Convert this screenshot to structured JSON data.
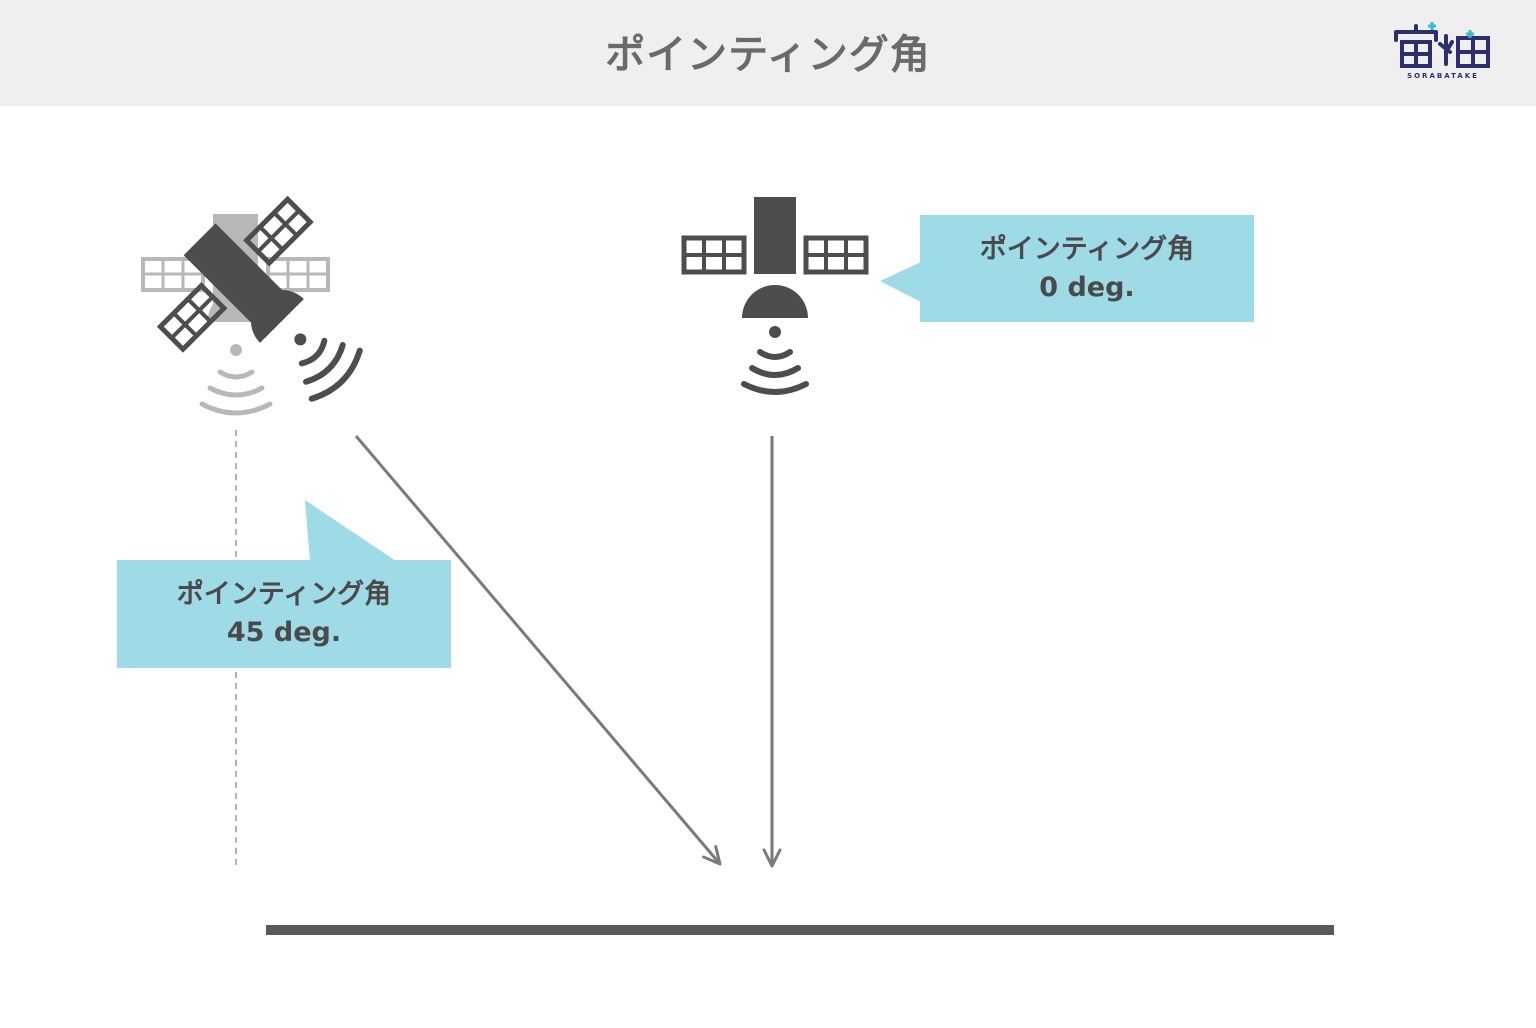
{
  "header": {
    "title": "ポインティング角",
    "logo_text": "SORABATAKE",
    "logo_kanji": "宙畑"
  },
  "callouts": {
    "zero": {
      "title": "ポインティング角",
      "value": "0 deg."
    },
    "fortyfive": {
      "title": "ポインティング角",
      "value": "45 deg."
    }
  },
  "icons": {
    "satellite_nadir": "satellite-icon",
    "satellite_tilted": "satellite-icon",
    "signal": "signal-waves-icon"
  },
  "colors": {
    "header_bg": "#efefef",
    "title": "#6a6a6a",
    "callout_bg": "#9edbe6",
    "satellite_dark": "#4d4d4d",
    "satellite_ghost": "#b8b8b8",
    "arrow": "#7a7a7a",
    "ground": "#595959",
    "logo": "#2b2f6e",
    "logo_accent": "#3db8d0"
  }
}
